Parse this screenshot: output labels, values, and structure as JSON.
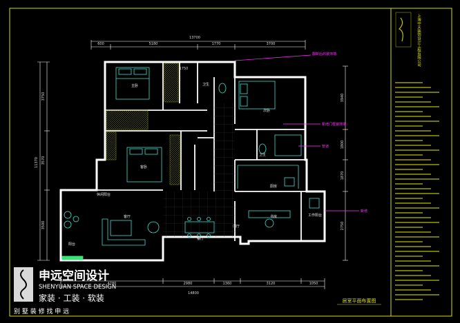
{
  "dimensions": {
    "top_total": "13700",
    "top_segments": [
      "600",
      "5180",
      "1770",
      "3700"
    ],
    "bottom_total": "14800",
    "bottom_segments": [
      "4780",
      "2980",
      "1360",
      "3120",
      "1050"
    ],
    "left_total": "11370",
    "left_segments": [
      "3750",
      "3570",
      "3500"
    ],
    "right_segments": [
      "3940",
      "1800",
      "1870",
      "2750"
    ],
    "small_dim": "1750"
  },
  "rooms": {
    "master_bedroom": "主卧",
    "bathroom": "卫生",
    "bedroom_2": "次卧",
    "bedroom_3": "客卧",
    "living_room": "客厅",
    "dining": "餐厅",
    "kitchen": "厨房",
    "balcony": "阳台",
    "toilet": "卫生",
    "study": "书房",
    "laundry": "工作阳台",
    "entry": "门厅",
    "balcony_2": "休闲阳台"
  },
  "notes": [
    "翻新后的装饰墙",
    "新增门框装饰墙",
    "管道",
    "新增"
  ],
  "title_block": {
    "project": "上海中天装饰设计工程有限公司",
    "drawing_title": "居室平面布置图"
  },
  "brand": {
    "name_cn": "申远空间设计",
    "name_en": "SHENYUAN SPACE DESIGN",
    "services": "家装 · 工装 · 软装",
    "slogan": "别 墅 装 修 找 申 远"
  },
  "colors": {
    "background": "#000000",
    "wall": "#ffffff",
    "furniture": "#3ee0d0",
    "dimension": "#ffffff",
    "border": "#d9e000",
    "annotation": "#ff33ff",
    "hatch": "#9aa000"
  }
}
